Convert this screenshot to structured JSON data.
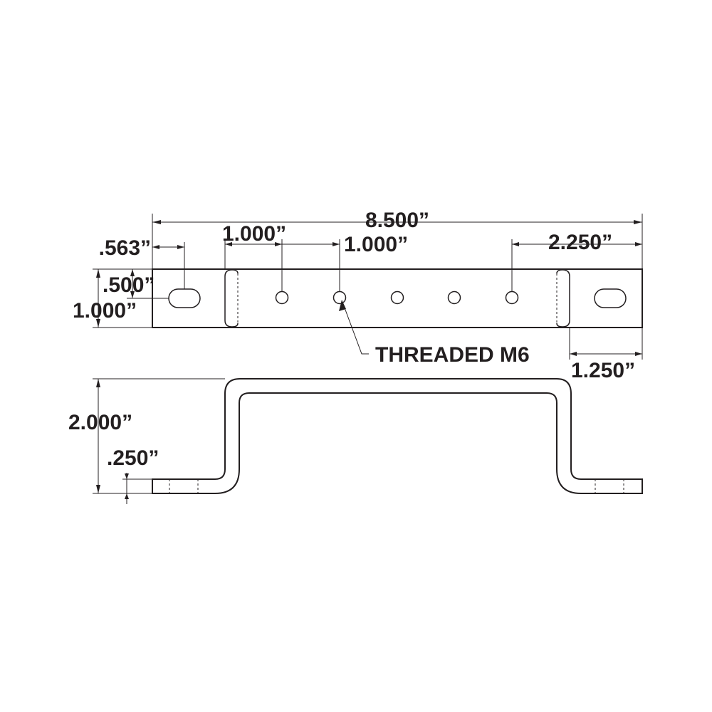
{
  "dimensions": {
    "overall_length": "8.500”",
    "slot_offset": ".563”",
    "hole_pitch_1": "1.000”",
    "hole_pitch_2": "1.000”",
    "end_hole_offset": "2.250”",
    "slot_center": ".500”",
    "width": "1.000”",
    "bend_offset": "1.250”",
    "height": "2.000”",
    "thickness": ".250”"
  },
  "callouts": {
    "thread": "THREADED M6"
  },
  "colors": {
    "ink": "#231f20",
    "background": "#ffffff"
  }
}
